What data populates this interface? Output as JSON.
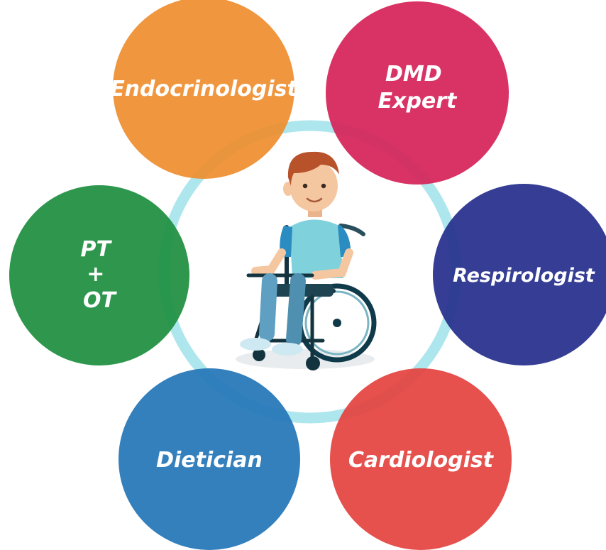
{
  "nodes": [
    {
      "id": "endocrinologist",
      "lines": [
        "Endocrinologist"
      ],
      "color": "#ee8e2f"
    },
    {
      "id": "dmd-expert",
      "lines": [
        "DMD",
        "Expert"
      ],
      "color": "#d6245a"
    },
    {
      "id": "pt-ot",
      "lines": [
        "PT",
        "+",
        "OT"
      ],
      "color": "#1e8f40"
    },
    {
      "id": "respirologist",
      "lines": [
        "Respirologist"
      ],
      "color": "#262f8c"
    },
    {
      "id": "dietician",
      "lines": [
        "Dietician"
      ],
      "color": "#2576b8"
    },
    {
      "id": "cardiologist",
      "lines": [
        "Cardiologist"
      ],
      "color": "#e4433f"
    }
  ],
  "ring": {
    "color": "#aee6ee"
  },
  "center": {
    "figure": "boy-in-wheelchair-illustration"
  }
}
